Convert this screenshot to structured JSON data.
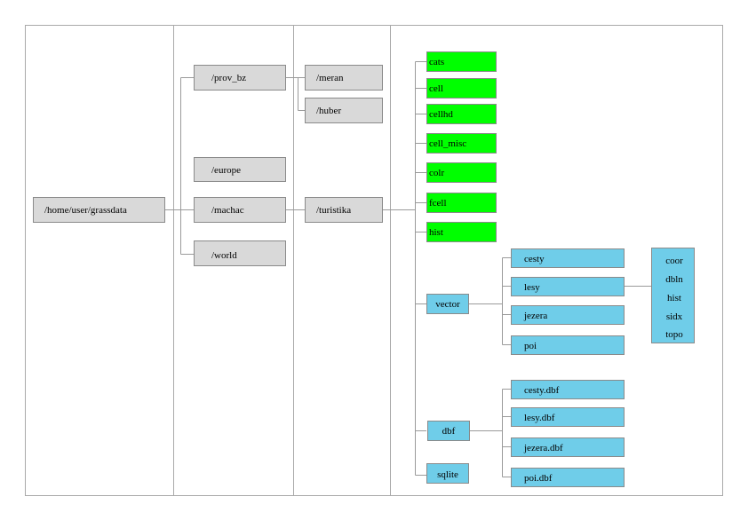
{
  "colors": {
    "dir_fill": "#d9d9d9",
    "raster_fill": "#00ff00",
    "vector_fill": "#6fcde9"
  },
  "nodes": {
    "root": "/home/user/grassdata",
    "prov_bz": "/prov_bz",
    "europe": "/europe",
    "machac": "/machac",
    "world": "/world",
    "meran": "/meran",
    "huber": "/huber",
    "turistika": "/turistika",
    "cats": "cats",
    "cell": "cell",
    "cellhd": "cellhd",
    "cell_misc": "cell_misc",
    "colr": "colr",
    "fcell": "fcell",
    "hist": "hist",
    "vector": "vector",
    "dbf": "dbf",
    "sqlite": "sqlite",
    "cesty": "cesty",
    "lesy": "lesy",
    "jezera": "jezera",
    "poi": "poi",
    "cesty_dbf": "cesty.dbf",
    "lesy_dbf": "lesy.dbf",
    "jezera_dbf": "jezera.dbf",
    "poi_dbf": "poi.dbf"
  },
  "vector_files": [
    "coor",
    "dbln",
    "hist",
    "sidx",
    "topo"
  ]
}
